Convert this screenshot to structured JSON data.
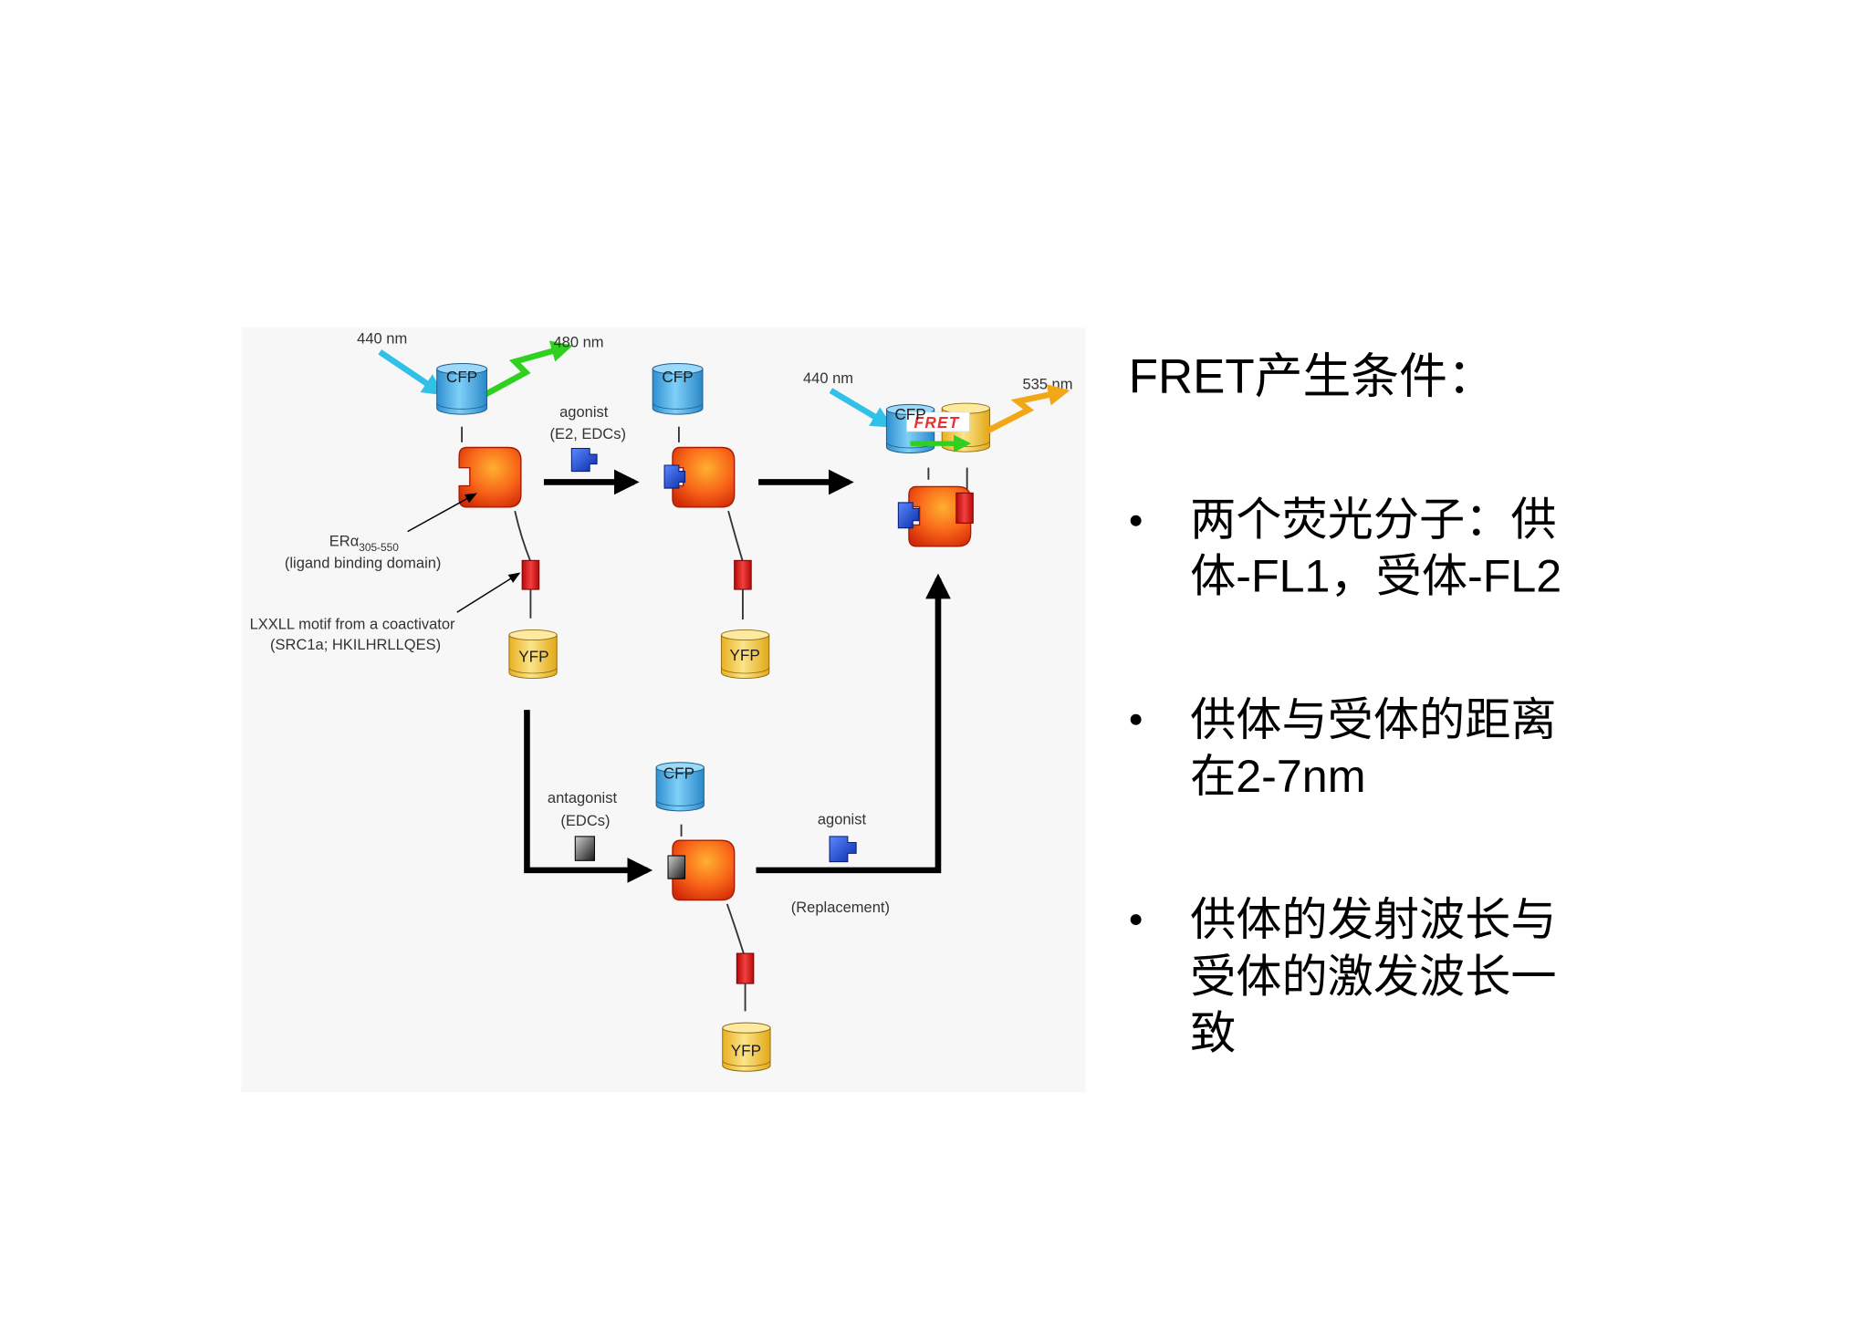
{
  "figure": {
    "labels": {
      "donor": "CFP",
      "acceptor": "YFP",
      "excitation": "440 nm",
      "donor_emission": "480 nm",
      "acceptor_emission": "535 nm",
      "fret": "FRET",
      "er_name": "ERα",
      "er_range": "305-550",
      "er_caption": "(ligand binding domain)",
      "motif_line1": "LXXLL motif from a coactivator",
      "motif_line2": "(SRC1a; HKILHRLLQES)",
      "agonist_top_line1": "agonist",
      "agonist_top_line2": "(E2, EDCs)",
      "antagonist_line1": "antagonist",
      "antagonist_line2": "(EDCs)",
      "agonist_bottom": "agonist",
      "replacement": "(Replacement)"
    },
    "colors": {
      "donor_cfp": "#4ab0e8",
      "acceptor_yfp": "#f5d040",
      "receptor": "#f04a10",
      "peptide": "#e01818",
      "agonist_ligand": "#1a4ad8",
      "antagonist_ligand": "#3a3a3a",
      "excitation_arrow": "#30c0e8",
      "donor_emission_arrow": "#30d020",
      "acceptor_emission_arrow": "#f0a818"
    }
  },
  "text_panel": {
    "heading": "FRET产生条件：",
    "bullets": [
      {
        "lines": [
          "两个荧光分子：供",
          "体-FL1，受体-FL2"
        ]
      },
      {
        "lines": [
          "供体与受体的距离",
          "在2-7nm"
        ]
      },
      {
        "lines": [
          "供体的发射波长与",
          "受体的激发波长一",
          "致"
        ]
      }
    ]
  }
}
